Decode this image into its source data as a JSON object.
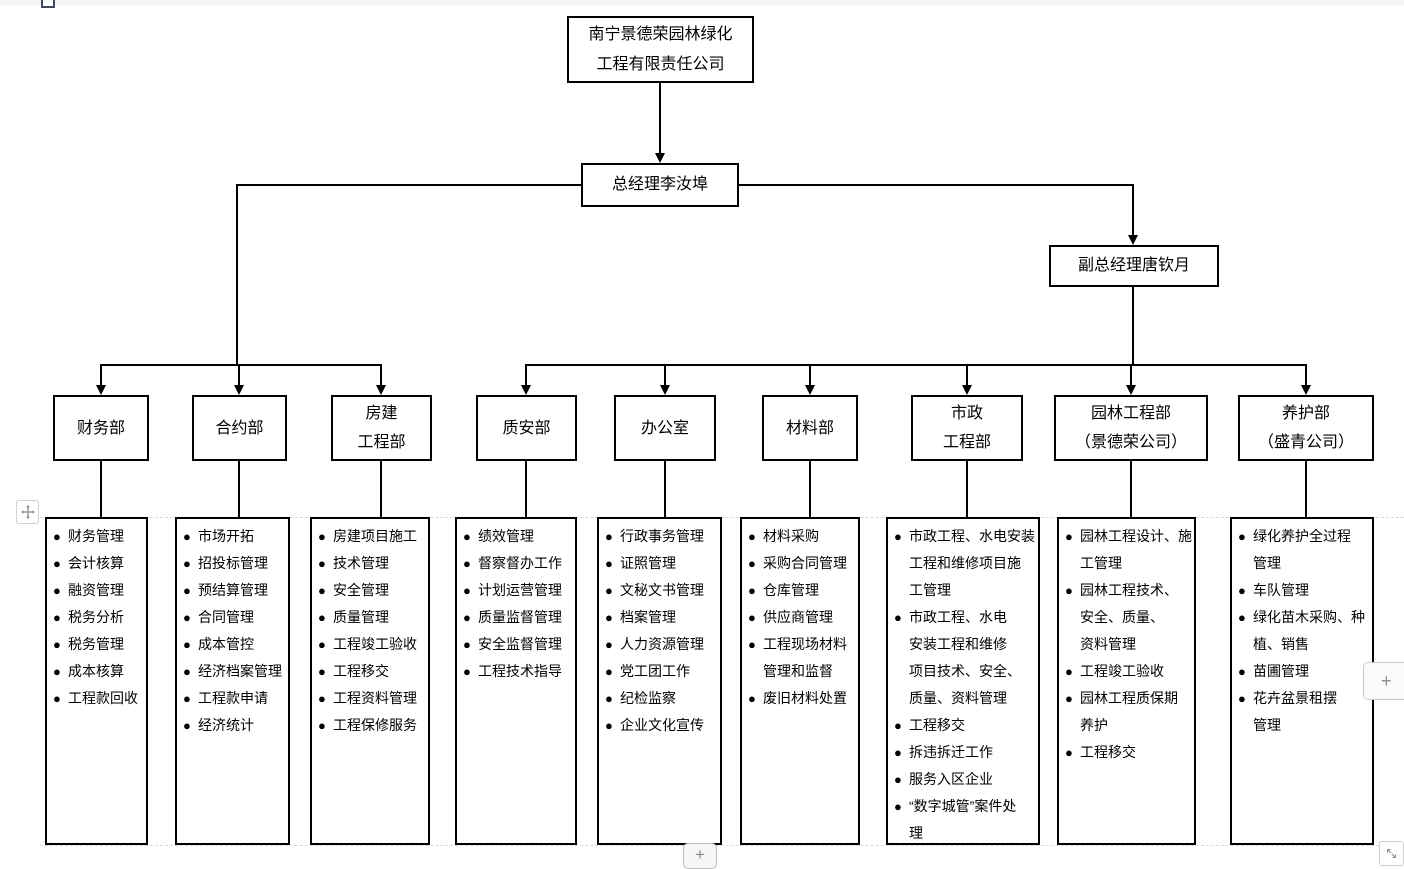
{
  "org": {
    "company": "南宁景德荣园林绿化\n工程有限责任公司",
    "general_manager": "总经理李汝埠",
    "deputy_manager": "副总经理唐钦月"
  },
  "departments": [
    {
      "name": "财务部",
      "duties": [
        "财务管理",
        "会计核算",
        "融资管理",
        "税务分析",
        "税务管理",
        "成本核算",
        "工程款回收"
      ]
    },
    {
      "name": "合约部",
      "duties": [
        "市场开拓",
        "招投标管理",
        "预结算管理",
        "合同管理",
        "成本管控",
        "经济档案管理",
        "工程款申请",
        "经济统计"
      ]
    },
    {
      "name": "房建\n工程部",
      "duties": [
        "房建项目施工",
        "技术管理",
        "安全管理",
        "质量管理",
        "工程竣工验收",
        "工程移交",
        "工程资料管理",
        "工程保修服务"
      ]
    },
    {
      "name": "质安部",
      "duties": [
        "绩效管理",
        "督察督办工作",
        "计划运营管理",
        "质量监督管理",
        "安全监督管理",
        "工程技术指导"
      ]
    },
    {
      "name": "办公室",
      "duties": [
        "行政事务管理",
        "证照管理",
        "文秘文书管理",
        "档案管理",
        "人力资源管理",
        "党工团工作",
        "纪检监察",
        "企业文化宣传"
      ]
    },
    {
      "name": "材料部",
      "duties": [
        "材料采购",
        "采购合同管理",
        "仓库管理",
        "供应商管理",
        "工程现场材料\n管理和监督",
        "废旧材料处置"
      ]
    },
    {
      "name": "市政\n工程部",
      "duties": [
        "市政工程、水电安装\n工程和维修项目施\n工管理",
        "市政工程、水电\n安装工程和维修\n项目技术、安全、\n质量、资料管理",
        "工程移交",
        "拆违拆迁工作",
        "服务入区企业",
        "“数字城管”案件处\n理"
      ]
    },
    {
      "name": "园林工程部\n（景德荣公司）",
      "duties": [
        "园林工程设计、施\n工管理",
        "园林工程技术、\n安全、质量、\n资料管理",
        "工程竣工验收",
        "园林工程质保期\n养护",
        "工程移交"
      ]
    },
    {
      "name": "养护部\n（盛青公司）",
      "duties": [
        "绿化养护全过程\n管理",
        "车队管理",
        "绿化苗木采购、种\n植、销售",
        "苗圃管理",
        "花卉盆景租摆\n管理"
      ]
    }
  ],
  "symbols": {
    "bullet": "●",
    "plus": "+"
  },
  "colors": {
    "line": "#000000",
    "page_break": "#d9d9d9",
    "top_strip": "#f3f4f6",
    "anchor": "#3f4a5a",
    "chrome_border": "#c8c8c8",
    "chrome_glyph": "#8a8a8a"
  }
}
